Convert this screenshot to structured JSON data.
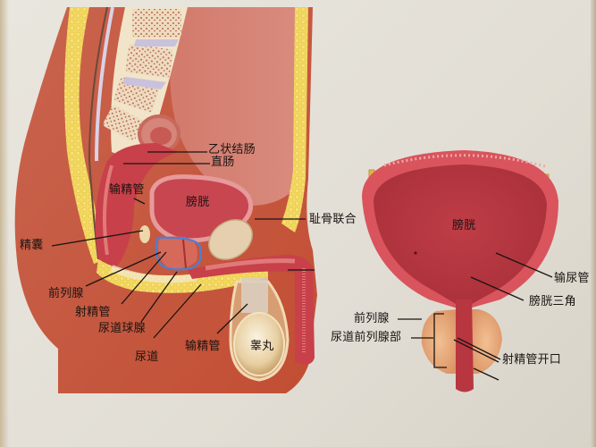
{
  "figure": {
    "description": "Male pelvic anatomy: sagittal section (left) and frontal section of bladder & prostate (right)",
    "colors": {
      "background": "#e6e2d9",
      "skin": "#c85a40",
      "tissue_red": "#c8404a",
      "bladder_inner": "#b8363f",
      "fat_yellow": "#f2d45a",
      "bone": "#efdcc0",
      "prostate": "#e8a878",
      "highlight_circle": "#4a7fd8",
      "leader_line": "#1a1412"
    }
  },
  "sagittal_view": {
    "labels": {
      "sigmoid_colon": "乙状结肠",
      "rectum": "直肠",
      "vas_deferens_upper": "输精管",
      "bladder": "膀胱",
      "pubic_symphysis": "耻骨联合",
      "seminal_vesicle": "精囊",
      "prostate": "前列腺",
      "ejaculatory_duct": "射精管",
      "bulbourethral_gland": "尿道球腺",
      "urethra": "尿道",
      "vas_deferens_lower": "输精管",
      "testis": "睾丸"
    },
    "annotation": {
      "type": "hand-drawn circle",
      "target": "prostate",
      "color": "#4a7fd8"
    }
  },
  "frontal_view": {
    "labels": {
      "bladder": "膀胱",
      "ureter": "输尿管",
      "bladder_trigone": "膀胱三角",
      "prostate": "前列腺",
      "prostatic_urethra": "尿道前列腺部",
      "ejaculatory_duct_opening": "射精管开口"
    }
  }
}
